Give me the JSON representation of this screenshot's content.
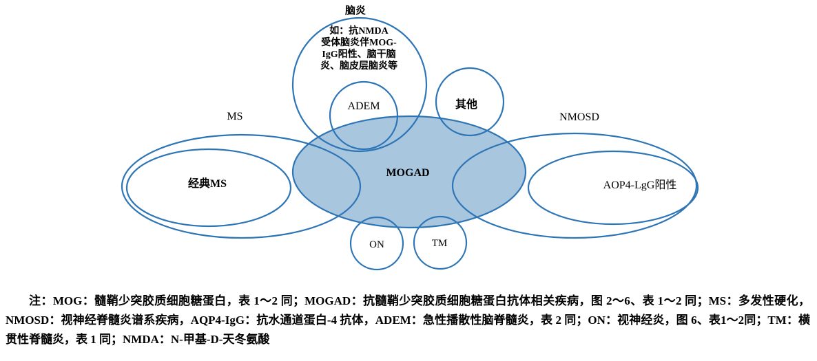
{
  "diagram": {
    "colors": {
      "stroke": "#2e75b6",
      "center_fill": "#a9c6df"
    },
    "labels": {
      "encephalitis": "脑炎",
      "encephalitis_detail": "如：抗NMDA\n受体脑炎伴MOG-\nIgG阳性、脑干脑\n炎、脑皮层脑炎等",
      "adem": "ADEM",
      "other": "其他",
      "ms": "MS",
      "classic_ms": "经典MS",
      "mogad": "MOGAD",
      "nmosd": "NMOSD",
      "aqp4": "AOP4-LgG阳性",
      "on": "ON",
      "tm": "TM"
    }
  },
  "note": {
    "text": "注：MOG：髓鞘少突胶质细胞糖蛋白，表 1～2 同；MOGAD：抗髓鞘少突胶质细胞糖蛋白抗体相关疾病，图 2～6、表 1～2 同；MS：多发性硬化，NMOSD：视神经脊髓炎谱系疾病，AQP4-IgG：抗水通道蛋白-4 抗体，ADEM：急性播散性脑脊髓炎，表 2 同；ON：视神经炎，图 6、表1～2同；TM：横贯性脊髓炎，表 1 同；NMDA：N-甲基-D-天冬氨酸"
  }
}
